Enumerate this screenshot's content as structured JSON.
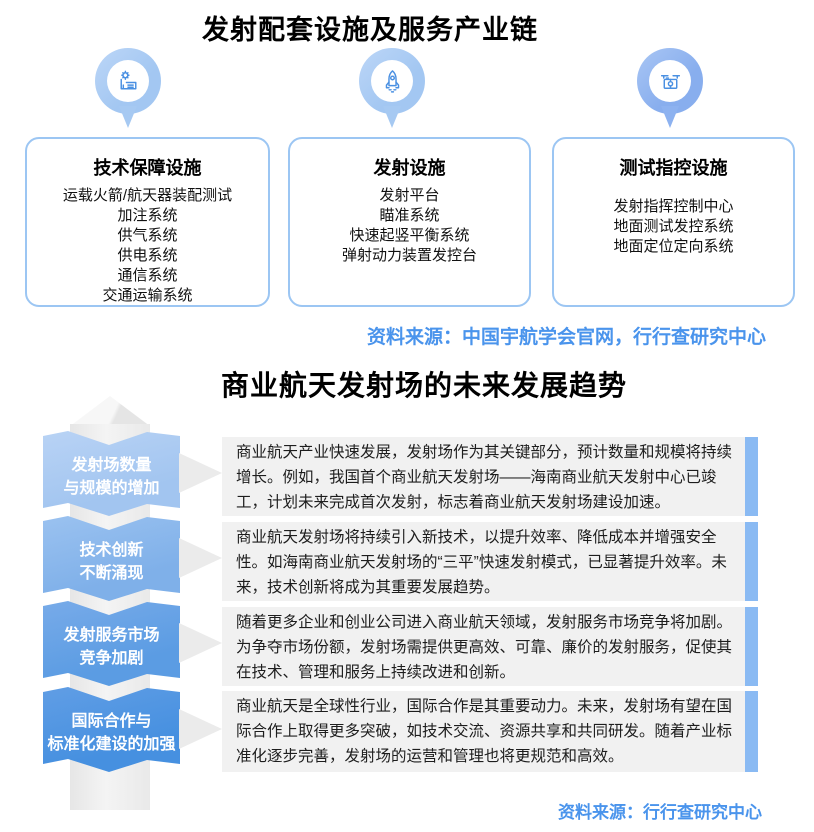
{
  "colors": {
    "accent_blue": "#4a94ec",
    "box_border": "#9cc6f3",
    "block_bg": "#f1f1f1",
    "block_bar": "#8abaf3",
    "pin_light": "#a9cbf4",
    "pin_dark": "#8db2f0",
    "icon_stroke": "#4a90e2",
    "pillar_gray": "#ececec"
  },
  "section1": {
    "title": "发射配套设施及服务产业链",
    "source": "资料来源：中国宇航学会官网，行行查研究中心",
    "columns": [
      {
        "icon": "assembly-test-icon",
        "title": "技术保障设施",
        "items": [
          "运载火箭/航天器装配测试",
          "加注系统",
          "供气系统",
          "供电系统",
          "通信系统",
          "交通运输系统"
        ]
      },
      {
        "icon": "rocket-icon",
        "title": "发射设施",
        "items": [
          "发射平台",
          "瞄准系统",
          "快速起竖平衡系统",
          "弹射动力装置发控台"
        ]
      },
      {
        "icon": "command-console-icon",
        "title": "测试指控设施",
        "items": [
          "发射指挥控制中心",
          "地面测试发控系统",
          "地面定位定向系统"
        ]
      }
    ]
  },
  "section2": {
    "title": "商业航天发射场的未来发展趋势",
    "source": "资料来源：行行查研究中心",
    "trends": [
      {
        "label_lines": [
          "发射场数量",
          "与规模的增加"
        ],
        "color_light": "#b9d3f5",
        "color": "#a2c5f0",
        "text": "商业航天产业快速发展，发射场作为其关键部分，预计数量和规模将持续增长。例如，我国首个商业航天发射场——海南商业航天发射中心已竣工，计划未来完成首次发射，标志着商业航天发射场建设加速。"
      },
      {
        "label_lines": [
          "技术创新",
          "不断涌现"
        ],
        "color_light": "#9bc2f0",
        "color": "#7fb0e9",
        "text": "商业航天发射场将持续引入新技术，以提升效率、降低成本并增强安全性。如海南商业航天发射场的“三平”快速发射模式，已显著提升效率。未来，技术创新将成为其重要发展趋势。"
      },
      {
        "label_lines": [
          "发射服务市场",
          "竞争加剧"
        ],
        "color_light": "#78abe9",
        "color": "#5b9ce3",
        "text": "随着更多企业和创业公司进入商业航天领域，发射服务市场竞争将加剧。为争夺市场份额，发射场需提供更高效、可靠、廉价的发射服务，促使其在技术、管理和服务上持续改进和创新。"
      },
      {
        "label_lines": [
          "国际合作与",
          "标准化建设的加强"
        ],
        "color_light": "#619ee5",
        "color": "#4690e0",
        "text": "商业航天是全球性行业，国际合作是其重要动力。未来，发射场有望在国际合作上取得更多突破，如技术交流、资源共享和共同研发。随着产业标准化逐步完善，发射场的运营和管理也将更规范和高效。"
      }
    ]
  }
}
